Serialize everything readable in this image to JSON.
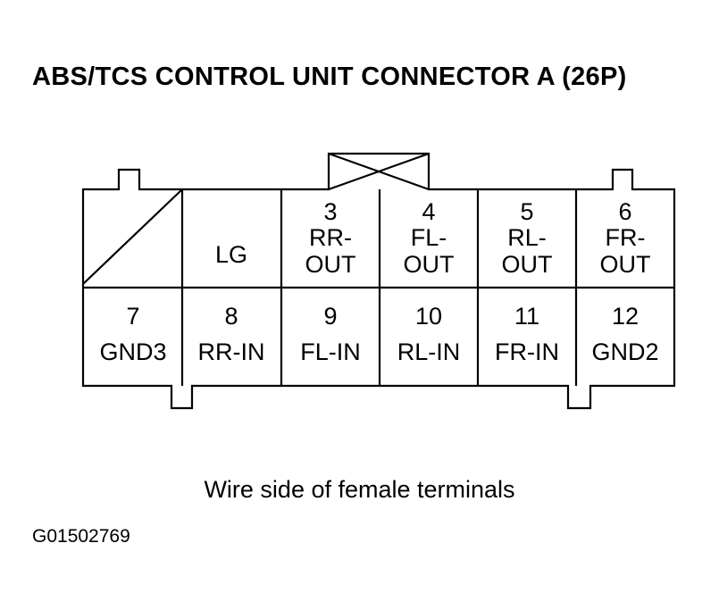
{
  "title": "ABS/TCS CONTROL UNIT CONNECTOR A (26P)",
  "caption": "Wire side of female terminals",
  "figure_code": "G01502769",
  "connector": {
    "top_row": [
      {
        "id": "blank",
        "lines": []
      },
      {
        "id": "lg",
        "lines": [
          "LG"
        ]
      },
      {
        "id": "3",
        "lines": [
          "3",
          "RR-",
          "OUT"
        ]
      },
      {
        "id": "4",
        "lines": [
          "4",
          "FL-",
          "OUT"
        ]
      },
      {
        "id": "5",
        "lines": [
          "5",
          "RL-",
          "OUT"
        ]
      },
      {
        "id": "6",
        "lines": [
          "6",
          "FR-",
          "OUT"
        ]
      }
    ],
    "bottom_row": [
      {
        "id": "7",
        "lines": [
          "7",
          "GND3"
        ]
      },
      {
        "id": "8",
        "lines": [
          "8",
          "RR-IN"
        ]
      },
      {
        "id": "9",
        "lines": [
          "9",
          "FL-IN"
        ]
      },
      {
        "id": "10",
        "lines": [
          "10",
          "RL-IN"
        ]
      },
      {
        "id": "11",
        "lines": [
          "11",
          "FR-IN"
        ]
      },
      {
        "id": "12",
        "lines": [
          "12",
          "GND2"
        ]
      }
    ]
  }
}
